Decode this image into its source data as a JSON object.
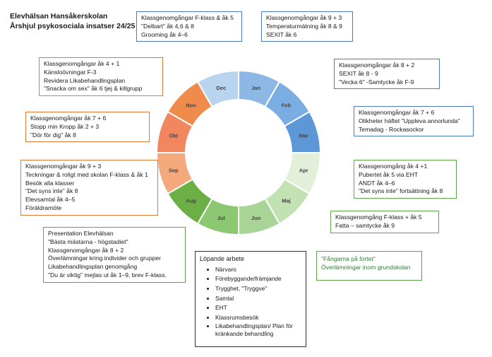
{
  "title": {
    "line1": "Elevhälsan Hansåkerskolan",
    "line2": "Årshjul psykosociala insatser 24/25"
  },
  "wheel": {
    "months": [
      {
        "label": "Jan",
        "color": "#8db8e6"
      },
      {
        "label": "Feb",
        "color": "#7aaee2"
      },
      {
        "label": "Mar",
        "color": "#5d97d6"
      },
      {
        "label": "Apr",
        "color": "#e2f0da"
      },
      {
        "label": "Maj",
        "color": "#c3e2b3"
      },
      {
        "label": "Jun",
        "color": "#a8d495"
      },
      {
        "label": "Jul",
        "color": "#8cc772"
      },
      {
        "label": "Aug",
        "color": "#6cb045"
      },
      {
        "label": "Sep",
        "color": "#f4a97c"
      },
      {
        "label": "Okt",
        "color": "#f2865e"
      },
      {
        "label": "Nov",
        "color": "#ef8c4b"
      },
      {
        "label": "Dec",
        "color": "#b8d4ef"
      }
    ]
  },
  "boxes": {
    "dec": [
      "Klassgenomgångar F-klass & åk 5",
      "\"Delbart\" åk 4,6 & 8",
      "Grooming åk 4–6"
    ],
    "jan": [
      "Klassgenomgångar åk 9 + 3",
      "Temperaturmätning åk 8 & 9",
      "SEXIT åk 6"
    ],
    "feb": [
      "Klassgenomgångar åk 8 + 2",
      "SEXIT åk 8 - 9",
      "\"Vecka 6\" -Samtycke åk F-9"
    ],
    "mar": [
      "Klassgenomgångar åk 7 + 6",
      "Olikheter häftet \"Uppleva annorlunda\"",
      "Temadag - Rockasockor"
    ],
    "apr": [
      "Klassgenomgång åk 4 +1",
      "Pubertet åk 5 via EHT",
      "ANDT åk 4–6",
      "\"Det syns inte\" fortsättning åk 8"
    ],
    "maj": [
      "Klassgenomgång F-klass + åk 5",
      "Fatta – samtycke åk 9"
    ],
    "jun": [
      "\"Fångarna på fortet\"",
      "Överlämningar inom grundskolan"
    ],
    "nov": [
      "Klassgenomgångar åk 4 + 1",
      "Känsloövningar F-3",
      "Revidera Likabehandlingsplan",
      "\"Snacka om sex\" åk 6 tjej & killgrupp"
    ],
    "okt": [
      "Klassgenomgångar åk 7 + 6",
      "Stopp min Kropp åk 2 + 3",
      "\"Dör för dig\" åk 8"
    ],
    "sep": [
      "Klassgenomgångar åk 9 + 3",
      "Teckningar & roligt med skolan F-klass & åk 1",
      "Besök alla klasser",
      "\"Det syns inte\" åk 8",
      "Elevsamtal åk 4–5",
      "Föräldramöte"
    ],
    "aug": [
      "Presentation Elevhälsan",
      "\"Bästa mästarna - högstadiet\"",
      "Klassgenomgångar åk 8 + 2",
      "Överlämningar kring individer och grupper",
      "Likabehandlingsplan genomgång",
      "\"Du är viktig\" mejlas ut åk 1–9, brev F-klass."
    ]
  },
  "ongoing": {
    "heading": "Löpande arbete",
    "items": [
      "Närvaro",
      "Förebyggande/främjande",
      "Trygghet, \"Tryggve\"",
      "Samtal",
      "EHT",
      "Klassrumsbesök",
      "Likabehandlingsplan/ Plan för kränkande behandling"
    ]
  }
}
